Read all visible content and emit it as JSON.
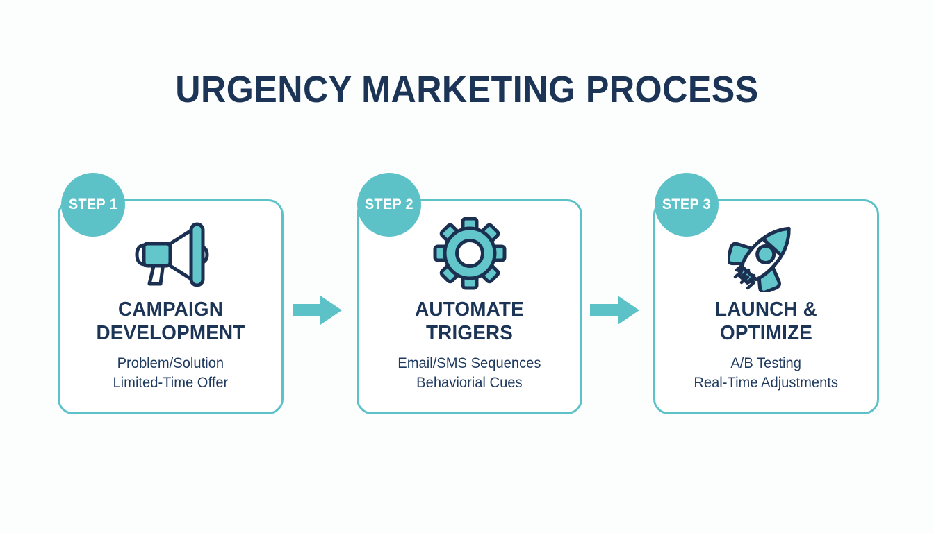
{
  "page": {
    "title": "URGENCY MARKETING PROCESS",
    "background_color": "#fcfdfd"
  },
  "theme": {
    "teal": "#5cc2c8",
    "teal_fill": "#63c6cb",
    "navy": "#1c3557",
    "navy_outline": "#1b3050",
    "white": "#ffffff"
  },
  "steps": [
    {
      "badge": "STEP 1",
      "icon": "megaphone-icon",
      "heading": "CAMPAIGN DEVELOPMENT",
      "detail_lines": [
        "Problem/Solution",
        "Limited-Time Offer"
      ]
    },
    {
      "badge": "STEP 2",
      "icon": "gear-icon",
      "heading": "AUTOMATE TRIGERS",
      "detail_lines": [
        "Email/SMS Sequences",
        "Behaviorial Cues"
      ]
    },
    {
      "badge": "STEP 3",
      "icon": "rocket-icon",
      "heading": "LAUNCH & OPTIMIZE",
      "detail_lines": [
        "A/B Testing",
        "Real-Time Adjustments"
      ]
    }
  ],
  "connectors": [
    {
      "icon": "arrow-right-icon"
    },
    {
      "icon": "arrow-right-icon"
    }
  ]
}
